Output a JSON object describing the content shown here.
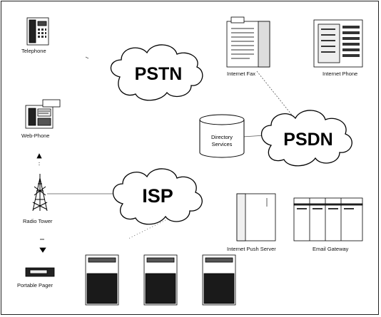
{
  "clouds": {
    "pstn": "PSTN",
    "psdn": "PSDN",
    "isp": "ISP"
  },
  "directory": {
    "line1": "Directory",
    "line2": "Services"
  },
  "devices": {
    "telephone": "Telephone",
    "web_phone": "Web-Phone",
    "radio_tower": "Radio Tower",
    "portable_pager": "Portable Pager",
    "internet_fax": "Internet Fax",
    "internet_phone": "Internet Phone",
    "push_server": "Internet Push Server",
    "email_gateway": "Email Gateway"
  }
}
